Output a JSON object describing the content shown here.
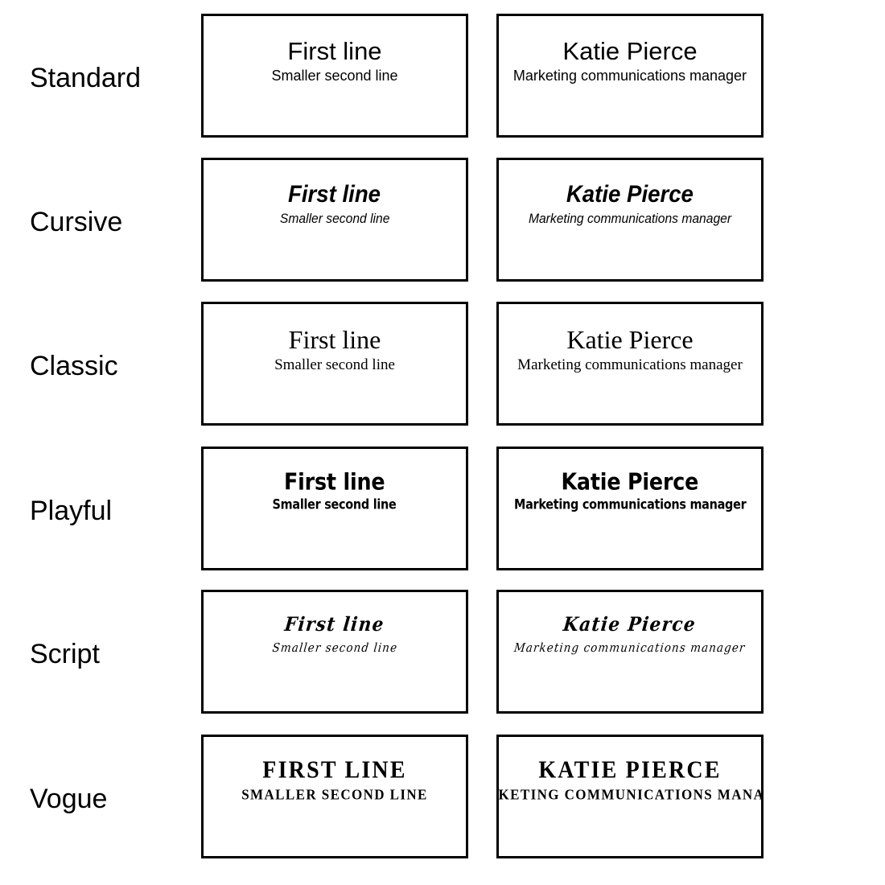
{
  "page": {
    "background_color": "#ffffff",
    "text_color": "#000000",
    "border_color": "#000000",
    "columns": 2,
    "rows": 6
  },
  "samples": {
    "generic": {
      "line1": "First line",
      "line2": "Smaller second line"
    },
    "generic_caps": {
      "line1": "FIRST LINE",
      "line2": "SMALLER SECOND LINE"
    },
    "person": {
      "line1": "Katie Pierce",
      "line2": "Marketing communications manager"
    },
    "person_caps": {
      "line1": "KATIE PIERCE",
      "line2": "MARKETING COMMUNICATIONS MANAGER"
    }
  },
  "rows": [
    {
      "label": "Standard",
      "style_key": "standard",
      "preview_generic": {
        "line1": "First line",
        "line2": "Smaller second line"
      },
      "preview_person": {
        "line1": "Katie Pierce",
        "line2": "Marketing communications manager"
      }
    },
    {
      "label": "Cursive",
      "style_key": "cursive",
      "preview_generic": {
        "line1": "First line",
        "line2": "Smaller second line"
      },
      "preview_person": {
        "line1": "Katie Pierce",
        "line2": "Marketing communications manager"
      }
    },
    {
      "label": "Classic",
      "style_key": "classic",
      "preview_generic": {
        "line1": "First line",
        "line2": "Smaller second line"
      },
      "preview_person": {
        "line1": "Katie Pierce",
        "line2": "Marketing communications manager"
      }
    },
    {
      "label": "Playful",
      "style_key": "playful",
      "preview_generic": {
        "line1": "First line",
        "line2": "Smaller second line"
      },
      "preview_person": {
        "line1": "Katie Pierce",
        "line2": "Marketing communications manager"
      }
    },
    {
      "label": "Script",
      "style_key": "script",
      "preview_generic": {
        "line1": "First line",
        "line2": "Smaller second line"
      },
      "preview_person": {
        "line1": "Katie Pierce",
        "line2": "Marketing communications manager"
      }
    },
    {
      "label": "Vogue",
      "style_key": "vogue",
      "preview_generic": {
        "line1": "FIRST LINE",
        "line2": "SMALLER SECOND LINE"
      },
      "preview_person": {
        "line1": "KATIE PIERCE",
        "line2": "MARKETING COMMUNICATIONS MANAGER"
      }
    }
  ]
}
